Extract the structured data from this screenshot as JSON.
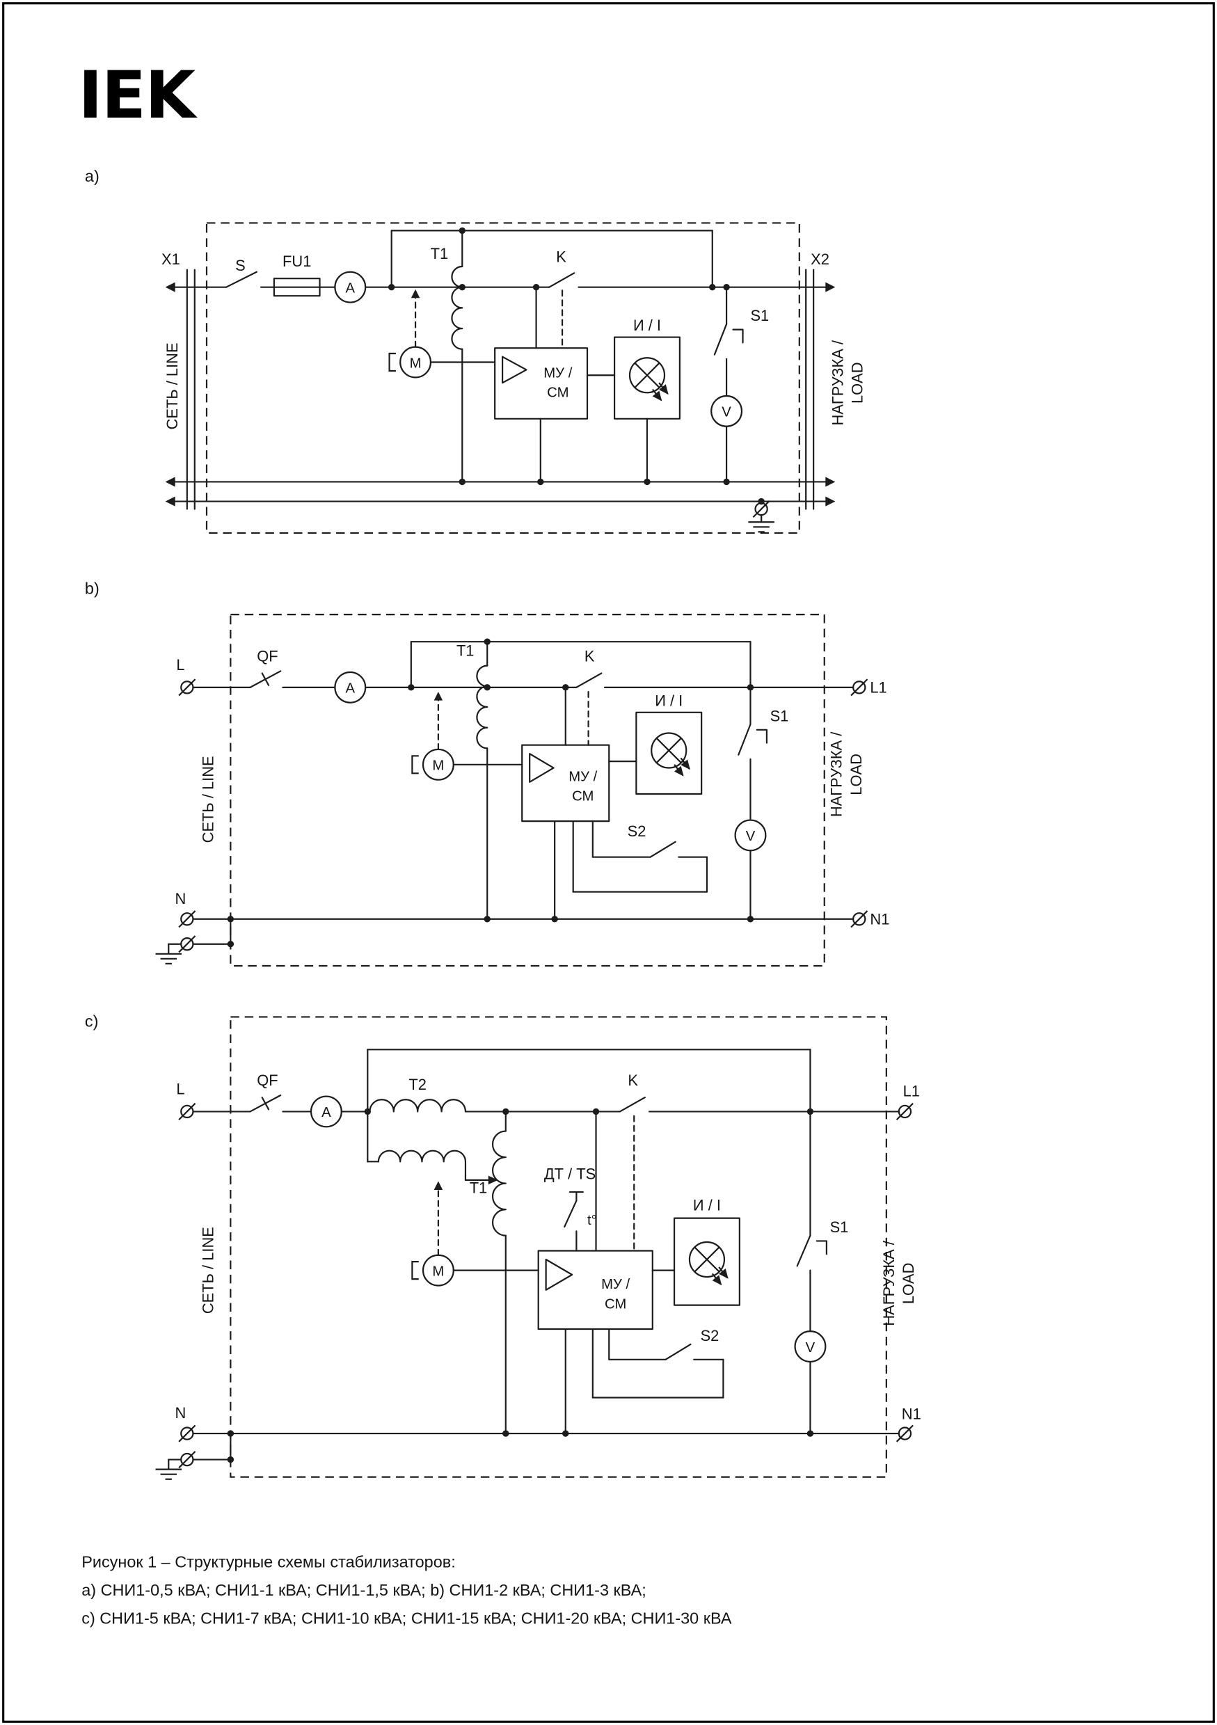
{
  "page": {
    "logo_text": "IEK",
    "caption": {
      "line1": "Рисунок 1 – Структурные схемы стабилизаторов:",
      "line2": "a) СНИ1-0,5 кВА; СНИ1-1 кВА; СНИ1-1,5 кВА;  b) СНИ1-2 кВА; СНИ1-3 кВА;",
      "line3": "c) СНИ1-5 кВА; СНИ1-7 кВА; СНИ1-10 кВА; СНИ1-15 кВА; СНИ1-20 кВА; СНИ1-30 кВА"
    }
  },
  "diagram_a": {
    "index_label": "a)",
    "labels": {
      "x1": "X1",
      "s": "S",
      "fu1": "FU1",
      "ammeter": "A",
      "t1": "T1",
      "k": "K",
      "x2": "X2",
      "motor": "M",
      "mu": "МУ /",
      "sm": "СМ",
      "indicator": "И / I",
      "s1": "S1",
      "voltmeter": "V",
      "line_left": "СЕТЬ / LINE",
      "load_right_1": "НАГРУЗКА /",
      "load_right_2": "LOAD"
    }
  },
  "diagram_b": {
    "index_label": "b)",
    "labels": {
      "l": "L",
      "qf": "QF",
      "ammeter": "A",
      "t1": "T1",
      "k": "K",
      "l1": "L1",
      "n": "N",
      "n1": "N1",
      "motor": "M",
      "mu": "МУ /",
      "sm": "СМ",
      "indicator": "И / I",
      "s1": "S1",
      "s2": "S2",
      "voltmeter": "V",
      "line_left": "СЕТЬ / LINE",
      "load_right_1": "НАГРУЗКА /",
      "load_right_2": "LOAD"
    }
  },
  "diagram_c": {
    "index_label": "c)",
    "labels": {
      "l": "L",
      "qf": "QF",
      "ammeter": "A",
      "t2": "T2",
      "t1": "T1",
      "dt_ts": "ДТ / TS",
      "t_deg": "t°",
      "k": "K",
      "l1": "L1",
      "n": "N",
      "n1": "N1",
      "motor": "M",
      "mu": "МУ /",
      "sm": "СМ",
      "indicator": "И / I",
      "s1": "S1",
      "s2": "S2",
      "voltmeter": "V",
      "line_left": "СЕТЬ / LINE",
      "load_right_1": "НАГРУЗКА /",
      "load_right_2": "LOAD"
    }
  }
}
